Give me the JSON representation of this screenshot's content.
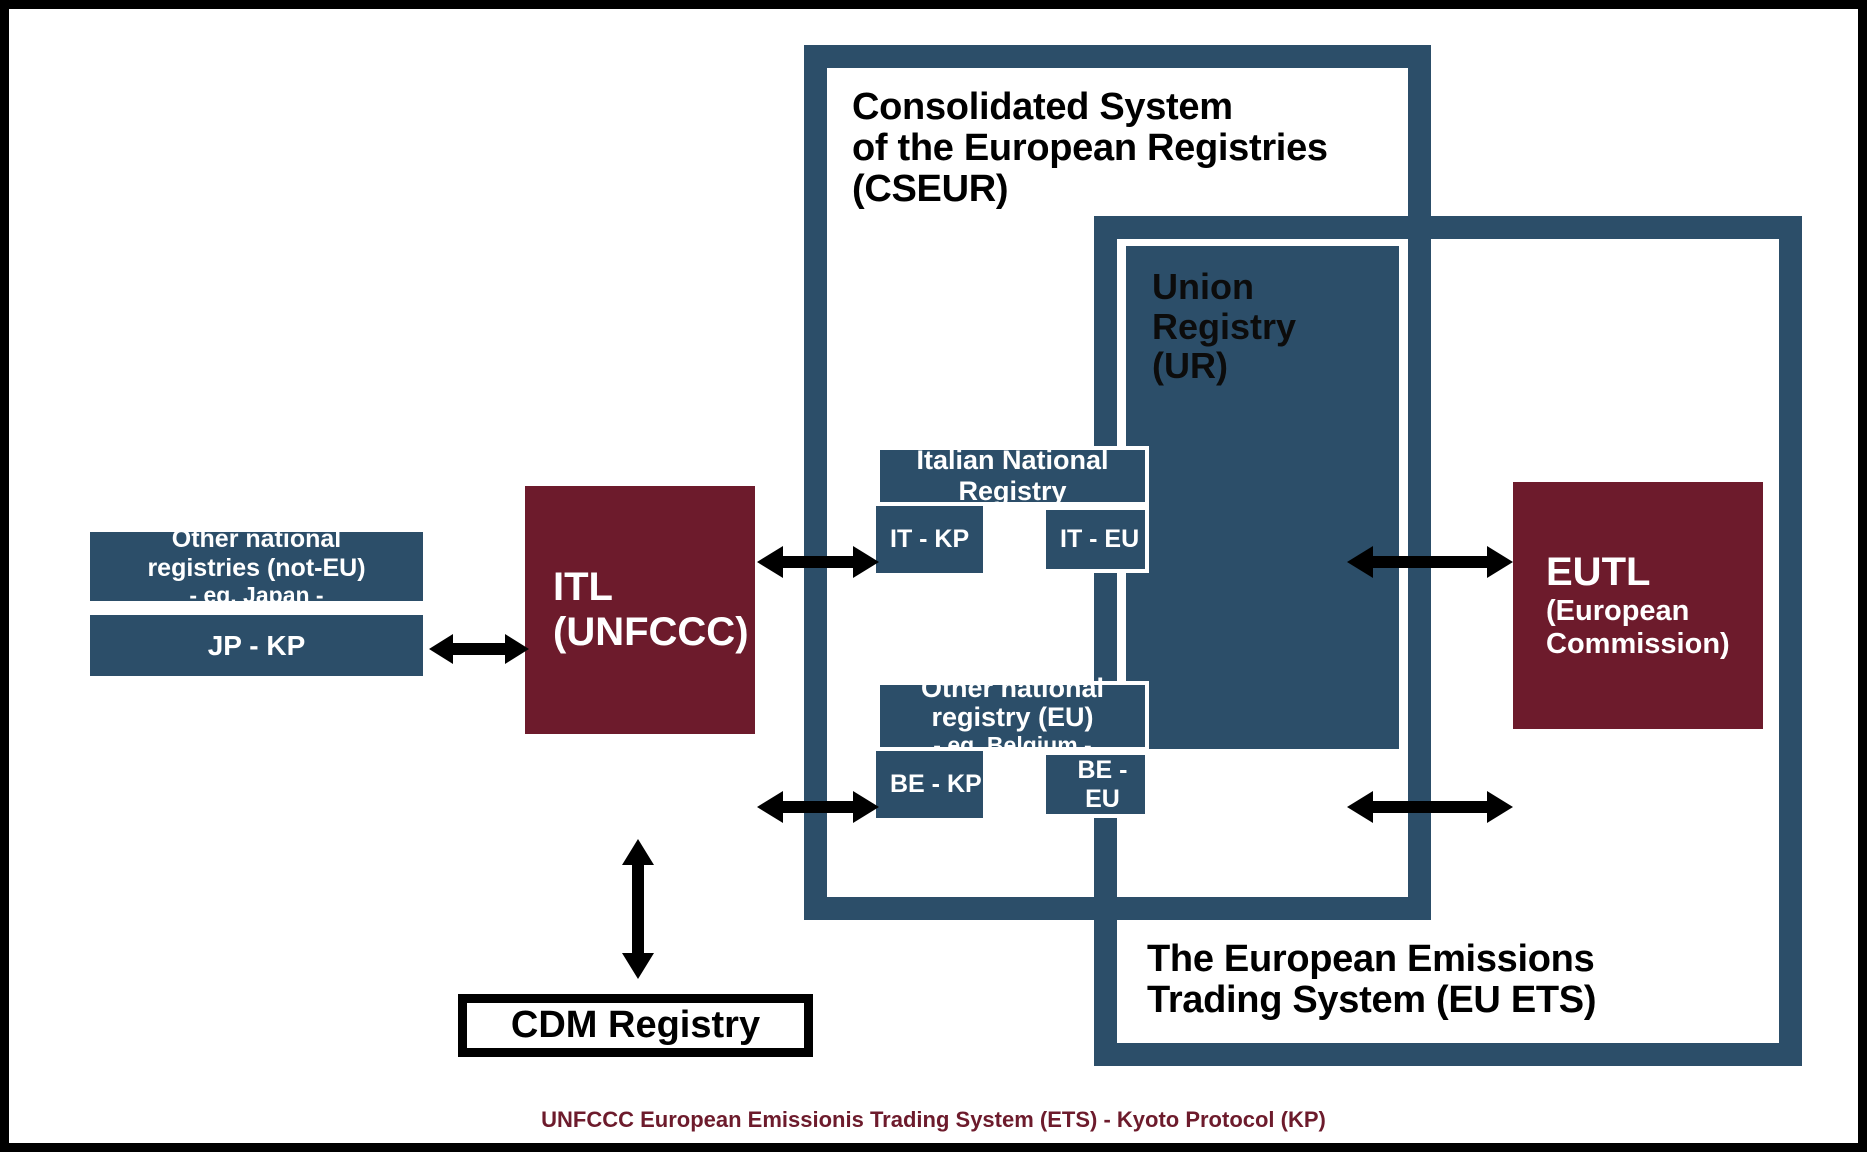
{
  "diagram": {
    "caption": "UNFCCC European Emissionis Trading System (ETS) - Kyoto Protocol (KP)",
    "colors": {
      "navy": "#2c4e69",
      "maroon": "#6d1b2c",
      "black": "#000000",
      "white": "#ffffff"
    }
  },
  "frames": {
    "cseur": {
      "title": "Consolidated System\nof the European Registries\n(CSEUR)"
    },
    "ets": {
      "title": "The European Emissions\nTrading System (EU ETS)"
    }
  },
  "union_registry": {
    "label": "Union\nRegistry\n(UR)"
  },
  "italian_registry": {
    "header": "Italian National Registry",
    "kp_account": "IT - KP",
    "eu_account": "IT - EU"
  },
  "belgium_registry": {
    "header": "Other national registry (EU)",
    "subtitle": "- eg. Belgium -",
    "kp_account": "BE - KP",
    "eu_account": "BE - EU"
  },
  "other_national": {
    "header": "Other national\nregistries (not-EU)",
    "subtitle": "- eg. Japan -",
    "kp_account": "JP - KP"
  },
  "itl": {
    "label": "ITL\n(UNFCCC)"
  },
  "eutl": {
    "acronym": "EUTL",
    "organisation": "(European\nCommission)"
  },
  "cdm": {
    "label": "CDM Registry"
  },
  "connections": [
    {
      "name": "other-national-to-itl",
      "type": "bidirectional-horizontal"
    },
    {
      "name": "itl-to-it-kp",
      "type": "bidirectional-horizontal"
    },
    {
      "name": "itl-to-be-kp",
      "type": "bidirectional-horizontal"
    },
    {
      "name": "it-eu-to-eutl",
      "type": "bidirectional-horizontal"
    },
    {
      "name": "be-eu-to-eutl",
      "type": "bidirectional-horizontal"
    },
    {
      "name": "itl-to-cdm",
      "type": "bidirectional-vertical"
    }
  ]
}
